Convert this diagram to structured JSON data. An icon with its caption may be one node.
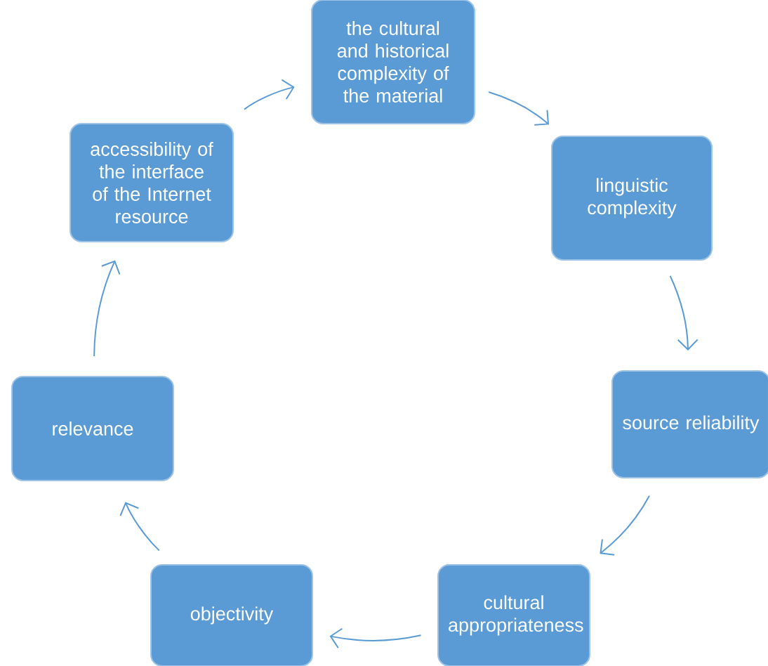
{
  "diagram": {
    "nodes": [
      {
        "text": [
          "the cultural and historical complexity of the material"
        ]
      },
      {
        "text": [
          "linguistic complexity"
        ]
      },
      {
        "text": [
          "source reliability"
        ]
      },
      {
        "text": [
          "cultural appropriateness"
        ]
      },
      {
        "text": [
          "objectivity"
        ]
      },
      {
        "text": [
          "relevance"
        ]
      },
      {
        "text": [
          "accessibility of the interface of the Internet resource"
        ]
      }
    ],
    "edges": [
      {
        "from": 0,
        "to": 1,
        "arrow": "to"
      },
      {
        "from": 1,
        "to": 2,
        "arrow": "to"
      },
      {
        "from": 2,
        "to": 3,
        "arrow": "to"
      },
      {
        "from": 3,
        "to": 4,
        "arrow": "to"
      },
      {
        "from": 4,
        "to": 5,
        "arrow": "to"
      },
      {
        "from": 5,
        "to": 6,
        "arrow": "to"
      },
      {
        "from": 6,
        "to": 0,
        "arrow": "to"
      }
    ]
  }
}
